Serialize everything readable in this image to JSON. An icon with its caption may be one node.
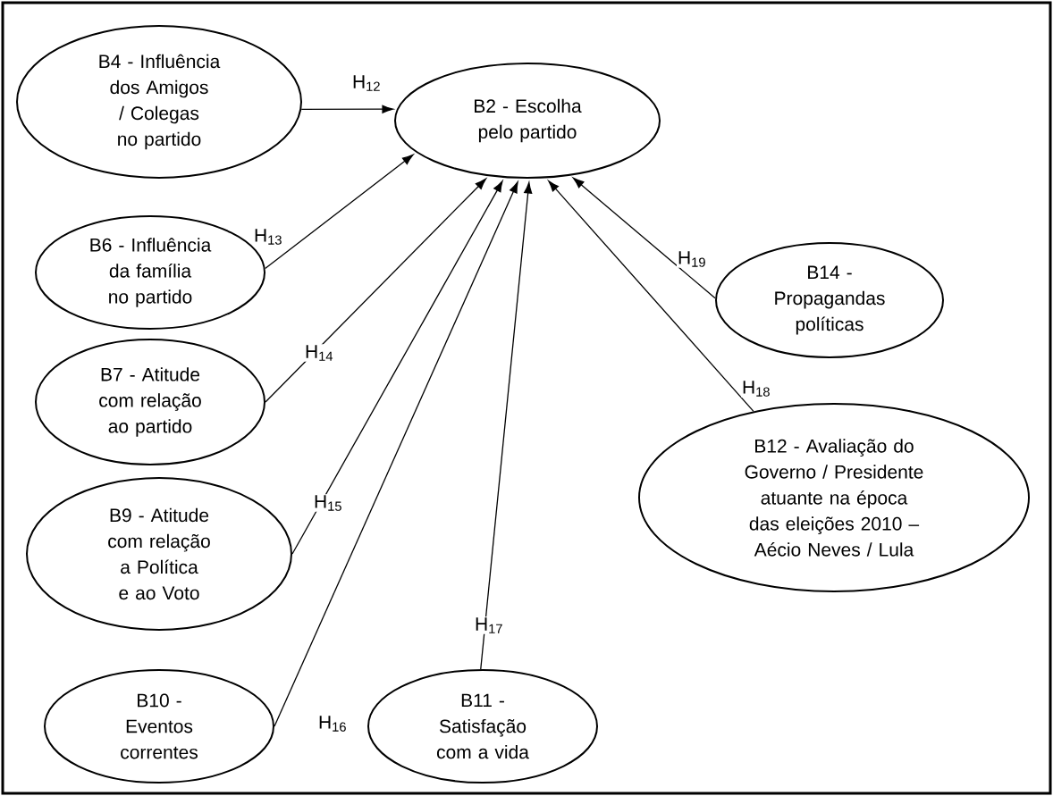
{
  "diagram": {
    "nodes": [
      {
        "text": [
          "B4 - Influência dos Amigos / Colegas no partido"
        ]
      },
      {
        "text": [
          "B2 - Escolha pelo partido"
        ]
      },
      {
        "text": [
          "B6 - Influência da família no partido"
        ]
      },
      {
        "text": [
          "B14 - Propagandas políticas"
        ]
      },
      {
        "text": [
          "B7 - Atitude com relação ao partido"
        ]
      },
      {
        "text": [
          "B12 - Avaliação do Governo / Presidente atuante na época das eleições 2010 – Aécio Neves / Lula"
        ]
      },
      {
        "text": [
          "B9 - Atitude com relação a Política e ao Voto"
        ]
      },
      {
        "text": [
          "B10 - Eventos correntes"
        ]
      },
      {
        "text": [
          "B11 - Satisfação com a vida"
        ]
      }
    ],
    "edges": [
      {
        "from": 0,
        "to": 1,
        "arrow": "to",
        "label": "H$_{12}$"
      },
      {
        "from": 2,
        "to": 1,
        "arrow": "to",
        "label": "H$_{13}$"
      },
      {
        "from": 4,
        "to": 1,
        "arrow": "to",
        "label": "H$_{14}$"
      },
      {
        "from": 6,
        "to": 1,
        "arrow": "to",
        "label": "H$_{15}$"
      },
      {
        "from": 7,
        "to": 1,
        "arrow": "to",
        "label": "H$_{16}$"
      },
      {
        "from": 8,
        "to": 1,
        "arrow": "to",
        "label": "H$_{17}$"
      },
      {
        "from": 5,
        "to": 1,
        "arrow": "to",
        "label": "H$_{18}$"
      },
      {
        "from": 3,
        "to": 1,
        "arrow": "to",
        "label": "H$_{19}$"
      }
    ]
  }
}
